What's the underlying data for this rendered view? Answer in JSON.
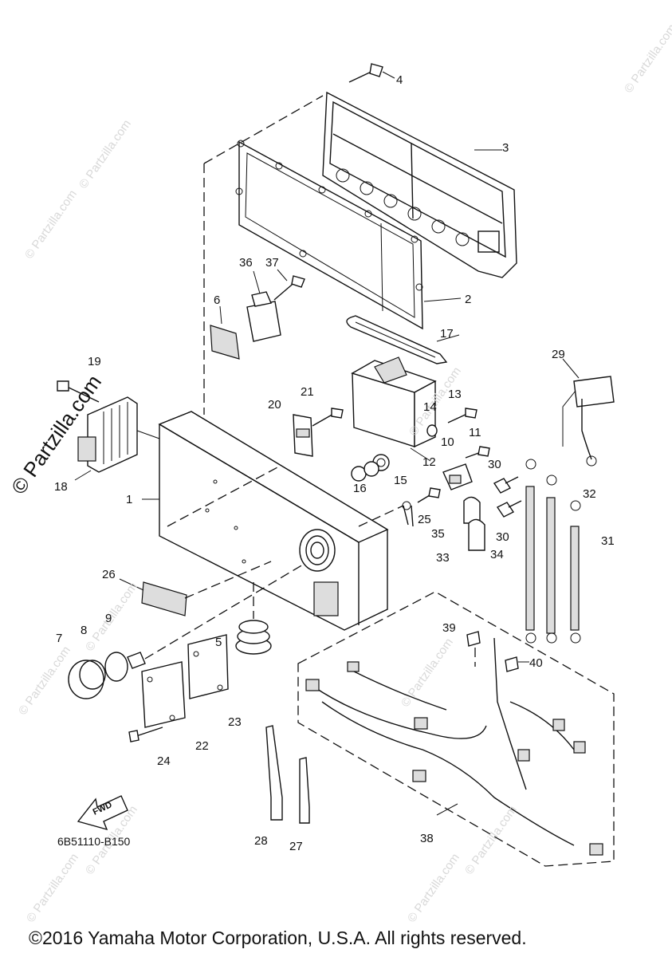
{
  "watermark": {
    "text": "© Partzilla.com",
    "brand_text": "© Partzilla.com"
  },
  "part_labels": {
    "p1": "1",
    "p2": "2",
    "p3": "3",
    "p4": "4",
    "p5": "5",
    "p6": "6",
    "p7": "7",
    "p8": "8",
    "p9": "9",
    "p10": "10",
    "p11": "11",
    "p12": "12",
    "p13": "13",
    "p14": "14",
    "p15": "15",
    "p16": "16",
    "p17": "17",
    "p18": "18",
    "p19": "19",
    "p20": "20",
    "p21": "21",
    "p22": "22",
    "p23": "23",
    "p24": "24",
    "p25": "25",
    "p26": "26",
    "p27": "27",
    "p28": "28",
    "p29": "29",
    "p30a": "30",
    "p30b": "30",
    "p31": "31",
    "p32": "32",
    "p33": "33",
    "p34": "34",
    "p35": "35",
    "p36": "36",
    "p37": "37",
    "p38": "38",
    "p39": "39",
    "p40": "40"
  },
  "fwd_label": "FWD",
  "diagram_code": "6B51110-B150",
  "copyright": "©2016 Yamaha Motor Corporation, U.S.A. All rights reserved."
}
